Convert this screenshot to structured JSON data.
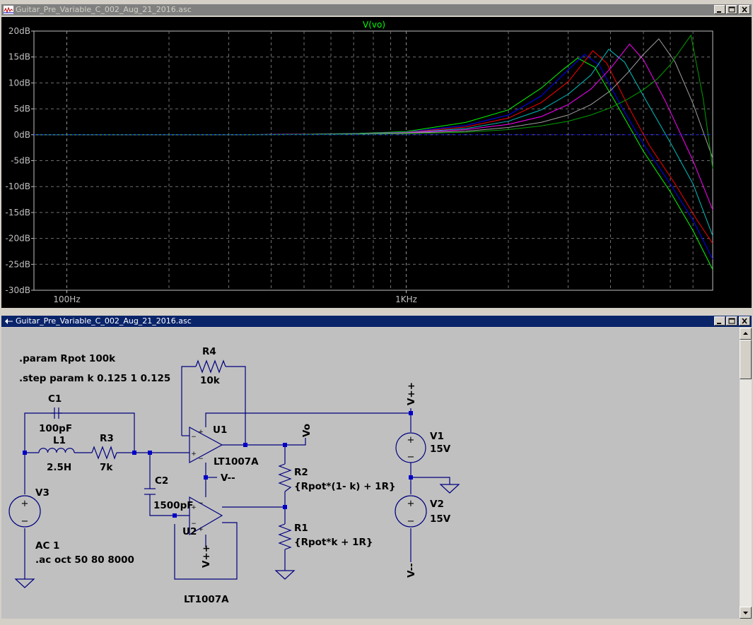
{
  "plot_window": {
    "title": "Guitar_Pre_Variable_C_002_Aug_21_2016.asc",
    "trace_label": "V(vo)",
    "y_ticks": [
      "20dB",
      "15dB",
      "10dB",
      "5dB",
      "0dB",
      "-5dB",
      "-10dB",
      "-15dB",
      "-20dB",
      "-25dB",
      "-30dB"
    ],
    "x_ticks": [
      "100Hz",
      "1KHz"
    ]
  },
  "schematic_window": {
    "title": "Guitar_Pre_Variable_C_002_Aug_21_2016.asc",
    "directive_param": ".param Rpot 100k",
    "directive_step": ".step param k 0.125 1 0.125",
    "directive_ac": ".ac oct 50 80 8000",
    "source_ac": "AC 1",
    "components": {
      "r4_name": "R4",
      "r4_value": "10k",
      "c1_name": "C1",
      "c1_value": "100pF",
      "l1_name": "L1",
      "l1_value": "2.5H",
      "r3_name": "R3",
      "r3_value": "7k",
      "c2_name": "C2",
      "c2_value": "1500pF",
      "v3_name": "V3",
      "u1_name": "U1",
      "u1_model": "LT1007A",
      "u2_name": "U2",
      "u2_model": "LT1007A",
      "r2_name": "R2",
      "r2_value": "{Rpot*(1- k) + 1R}",
      "r1_name": "R1",
      "r1_value": "{Rpot*k + 1R}",
      "v1_name": "V1",
      "v1_value": "15V",
      "v2_name": "V2",
      "v2_value": "15V"
    },
    "nets": {
      "vpp_top": "V++",
      "vmm_top": "V--",
      "vpp_u2": "V++",
      "vmm_bottom": "V--",
      "vo": "Vo",
      "plus": "+",
      "minus": "−"
    }
  },
  "chart_data": {
    "type": "line",
    "title": "V(vo)",
    "xlabel": "",
    "ylabel": "",
    "x_scale": "log",
    "xlim": [
      80,
      8000
    ],
    "ylim": [
      -30,
      20
    ],
    "grid": true,
    "x_tick_labels": [
      "100Hz",
      "1KHz"
    ],
    "y_tick_labels": [
      "20dB",
      "15dB",
      "10dB",
      "5dB",
      "0dB",
      "-5dB",
      "-10dB",
      "-15dB",
      "-20dB",
      "-25dB",
      "-30dB"
    ],
    "series_colors": [
      "#00ff00",
      "#0000ff",
      "#ff0000",
      "#00c0c0",
      "#ff00ff",
      "#a0a0a0",
      "#00a000"
    ],
    "series": [
      {
        "x": [
          80,
          200,
          300,
          400,
          500,
          700,
          1000,
          1500,
          2000,
          2500,
          2900,
          3200,
          3600,
          4200,
          5000,
          6000,
          7000,
          8000
        ],
        "values": [
          0,
          0,
          0,
          0.05,
          0.1,
          0.25,
          0.6,
          2.4,
          4.8,
          9.0,
          12.6,
          14.8,
          13.0,
          5.5,
          -3.2,
          -11.0,
          -18.5,
          -26.0
        ]
      },
      {
        "x": [
          80,
          200,
          300,
          400,
          500,
          700,
          1000,
          1500,
          2000,
          2500,
          3000,
          3350,
          3700,
          4300,
          5000,
          6000,
          7000,
          8000
        ],
        "values": [
          0,
          0,
          0,
          0.05,
          0.1,
          0.2,
          0.5,
          1.8,
          3.8,
          7.5,
          12.5,
          15.5,
          13.5,
          5.5,
          -1.8,
          -9.5,
          -16.5,
          -24.0
        ]
      },
      {
        "x": [
          80,
          200,
          300,
          400,
          500,
          700,
          1000,
          1500,
          2000,
          2500,
          3000,
          3550,
          3900,
          4500,
          5200,
          6200,
          7200,
          8000
        ],
        "values": [
          0,
          0,
          0,
          0.05,
          0.1,
          0.2,
          0.45,
          1.5,
          3.2,
          6.2,
          10.2,
          16.2,
          13.8,
          5.6,
          -2.0,
          -9.5,
          -16.5,
          -21.0
        ]
      },
      {
        "x": [
          80,
          200,
          300,
          400,
          500,
          700,
          1000,
          1500,
          2000,
          2500,
          3000,
          3500,
          3950,
          4400,
          5000,
          6000,
          7000,
          8000
        ],
        "values": [
          0,
          0,
          0,
          0.05,
          0.1,
          0.2,
          0.4,
          1.2,
          2.6,
          4.8,
          7.8,
          11.5,
          16.5,
          14.0,
          7.5,
          -1.5,
          -9.5,
          -19.5
        ]
      },
      {
        "x": [
          80,
          200,
          300,
          400,
          500,
          700,
          1000,
          1500,
          2000,
          2500,
          3000,
          3500,
          4000,
          4550,
          5000,
          5800,
          7000,
          8000
        ],
        "values": [
          0,
          0,
          0,
          0.05,
          0.1,
          0.15,
          0.35,
          1.0,
          2.0,
          3.5,
          5.8,
          8.8,
          12.8,
          17.5,
          14.5,
          6.5,
          -5.0,
          -14.5
        ]
      },
      {
        "x": [
          80,
          200,
          300,
          400,
          500,
          700,
          1000,
          1500,
          2000,
          2500,
          3000,
          3500,
          4000,
          4500,
          5000,
          5550,
          6200,
          7000,
          8000
        ],
        "values": [
          0,
          0,
          0,
          0.03,
          0.08,
          0.15,
          0.3,
          0.7,
          1.4,
          2.4,
          3.8,
          5.8,
          8.5,
          12.0,
          15.5,
          18.5,
          14.0,
          6.0,
          -4.5
        ]
      },
      {
        "x": [
          80,
          200,
          300,
          400,
          500,
          700,
          1000,
          1500,
          2000,
          2500,
          3000,
          3500,
          4000,
          4500,
          5000,
          5500,
          6000,
          6500,
          6900,
          7500,
          8000
        ],
        "values": [
          0,
          0,
          0,
          0.02,
          0.05,
          0.1,
          0.2,
          0.5,
          1.0,
          1.7,
          2.6,
          3.8,
          5.2,
          6.9,
          8.7,
          10.8,
          13.5,
          16.8,
          19.2,
          7.0,
          -6.5
        ]
      }
    ]
  }
}
